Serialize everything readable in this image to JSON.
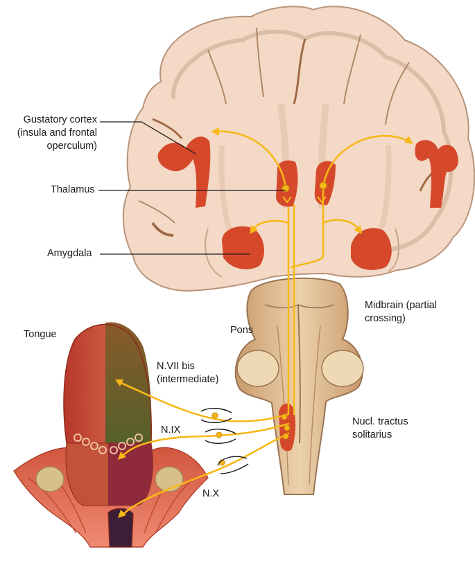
{
  "labels": {
    "gustatory_cortex": [
      "Gustatory cortex",
      "(insula and frontal",
      "operculum)"
    ],
    "thalamus": "Thalamus",
    "amygdala": "Amygdala",
    "midbrain": [
      "Midbrain (partial",
      "crossing)"
    ],
    "pons": "Pons",
    "tongue": "Tongue",
    "n_vii": [
      "N.VII bis",
      "(intermediate)"
    ],
    "n_ix": "N.IX",
    "n_x": "N.X",
    "nucl_tractus": [
      "Nucl. tractus",
      "solitarius"
    ]
  },
  "colors": {
    "brain_tissue": "#f3d9c6",
    "brain_outline": "#b89479",
    "region_red": "#d6482a",
    "pathway_yellow": "#f7b818",
    "brainstem": "#d9b48a",
    "tongue_red": "#c8412c",
    "tongue_green": "#6f6a2c"
  }
}
